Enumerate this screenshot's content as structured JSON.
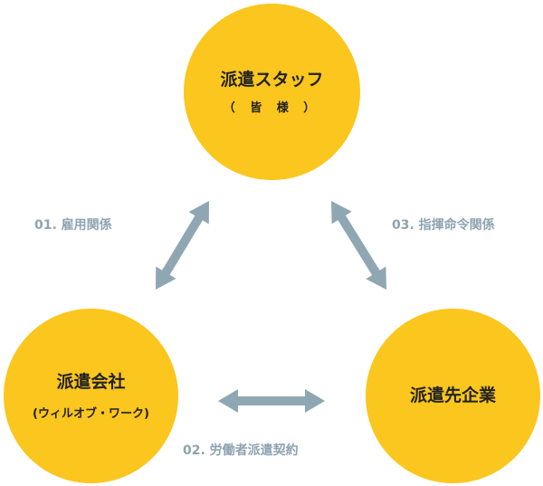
{
  "colors": {
    "node_fill": "#fbc61d",
    "arrow": "#8fa7b3",
    "label_text": "#8da4b1",
    "node_text": "#222222"
  },
  "nodes": {
    "staff": {
      "title": "派遣スタッフ",
      "subtitle": "（ 皆 様 ）"
    },
    "agency": {
      "title": "派遣会社",
      "subtitle": "(ウィルオブ・ワーク)"
    },
    "client": {
      "title": "派遣先企業"
    }
  },
  "relations": {
    "r01": {
      "label": "01. 雇用関係"
    },
    "r02": {
      "label": "02. 労働者派遣契約"
    },
    "r03": {
      "label": "03. 指揮命令関係"
    }
  }
}
